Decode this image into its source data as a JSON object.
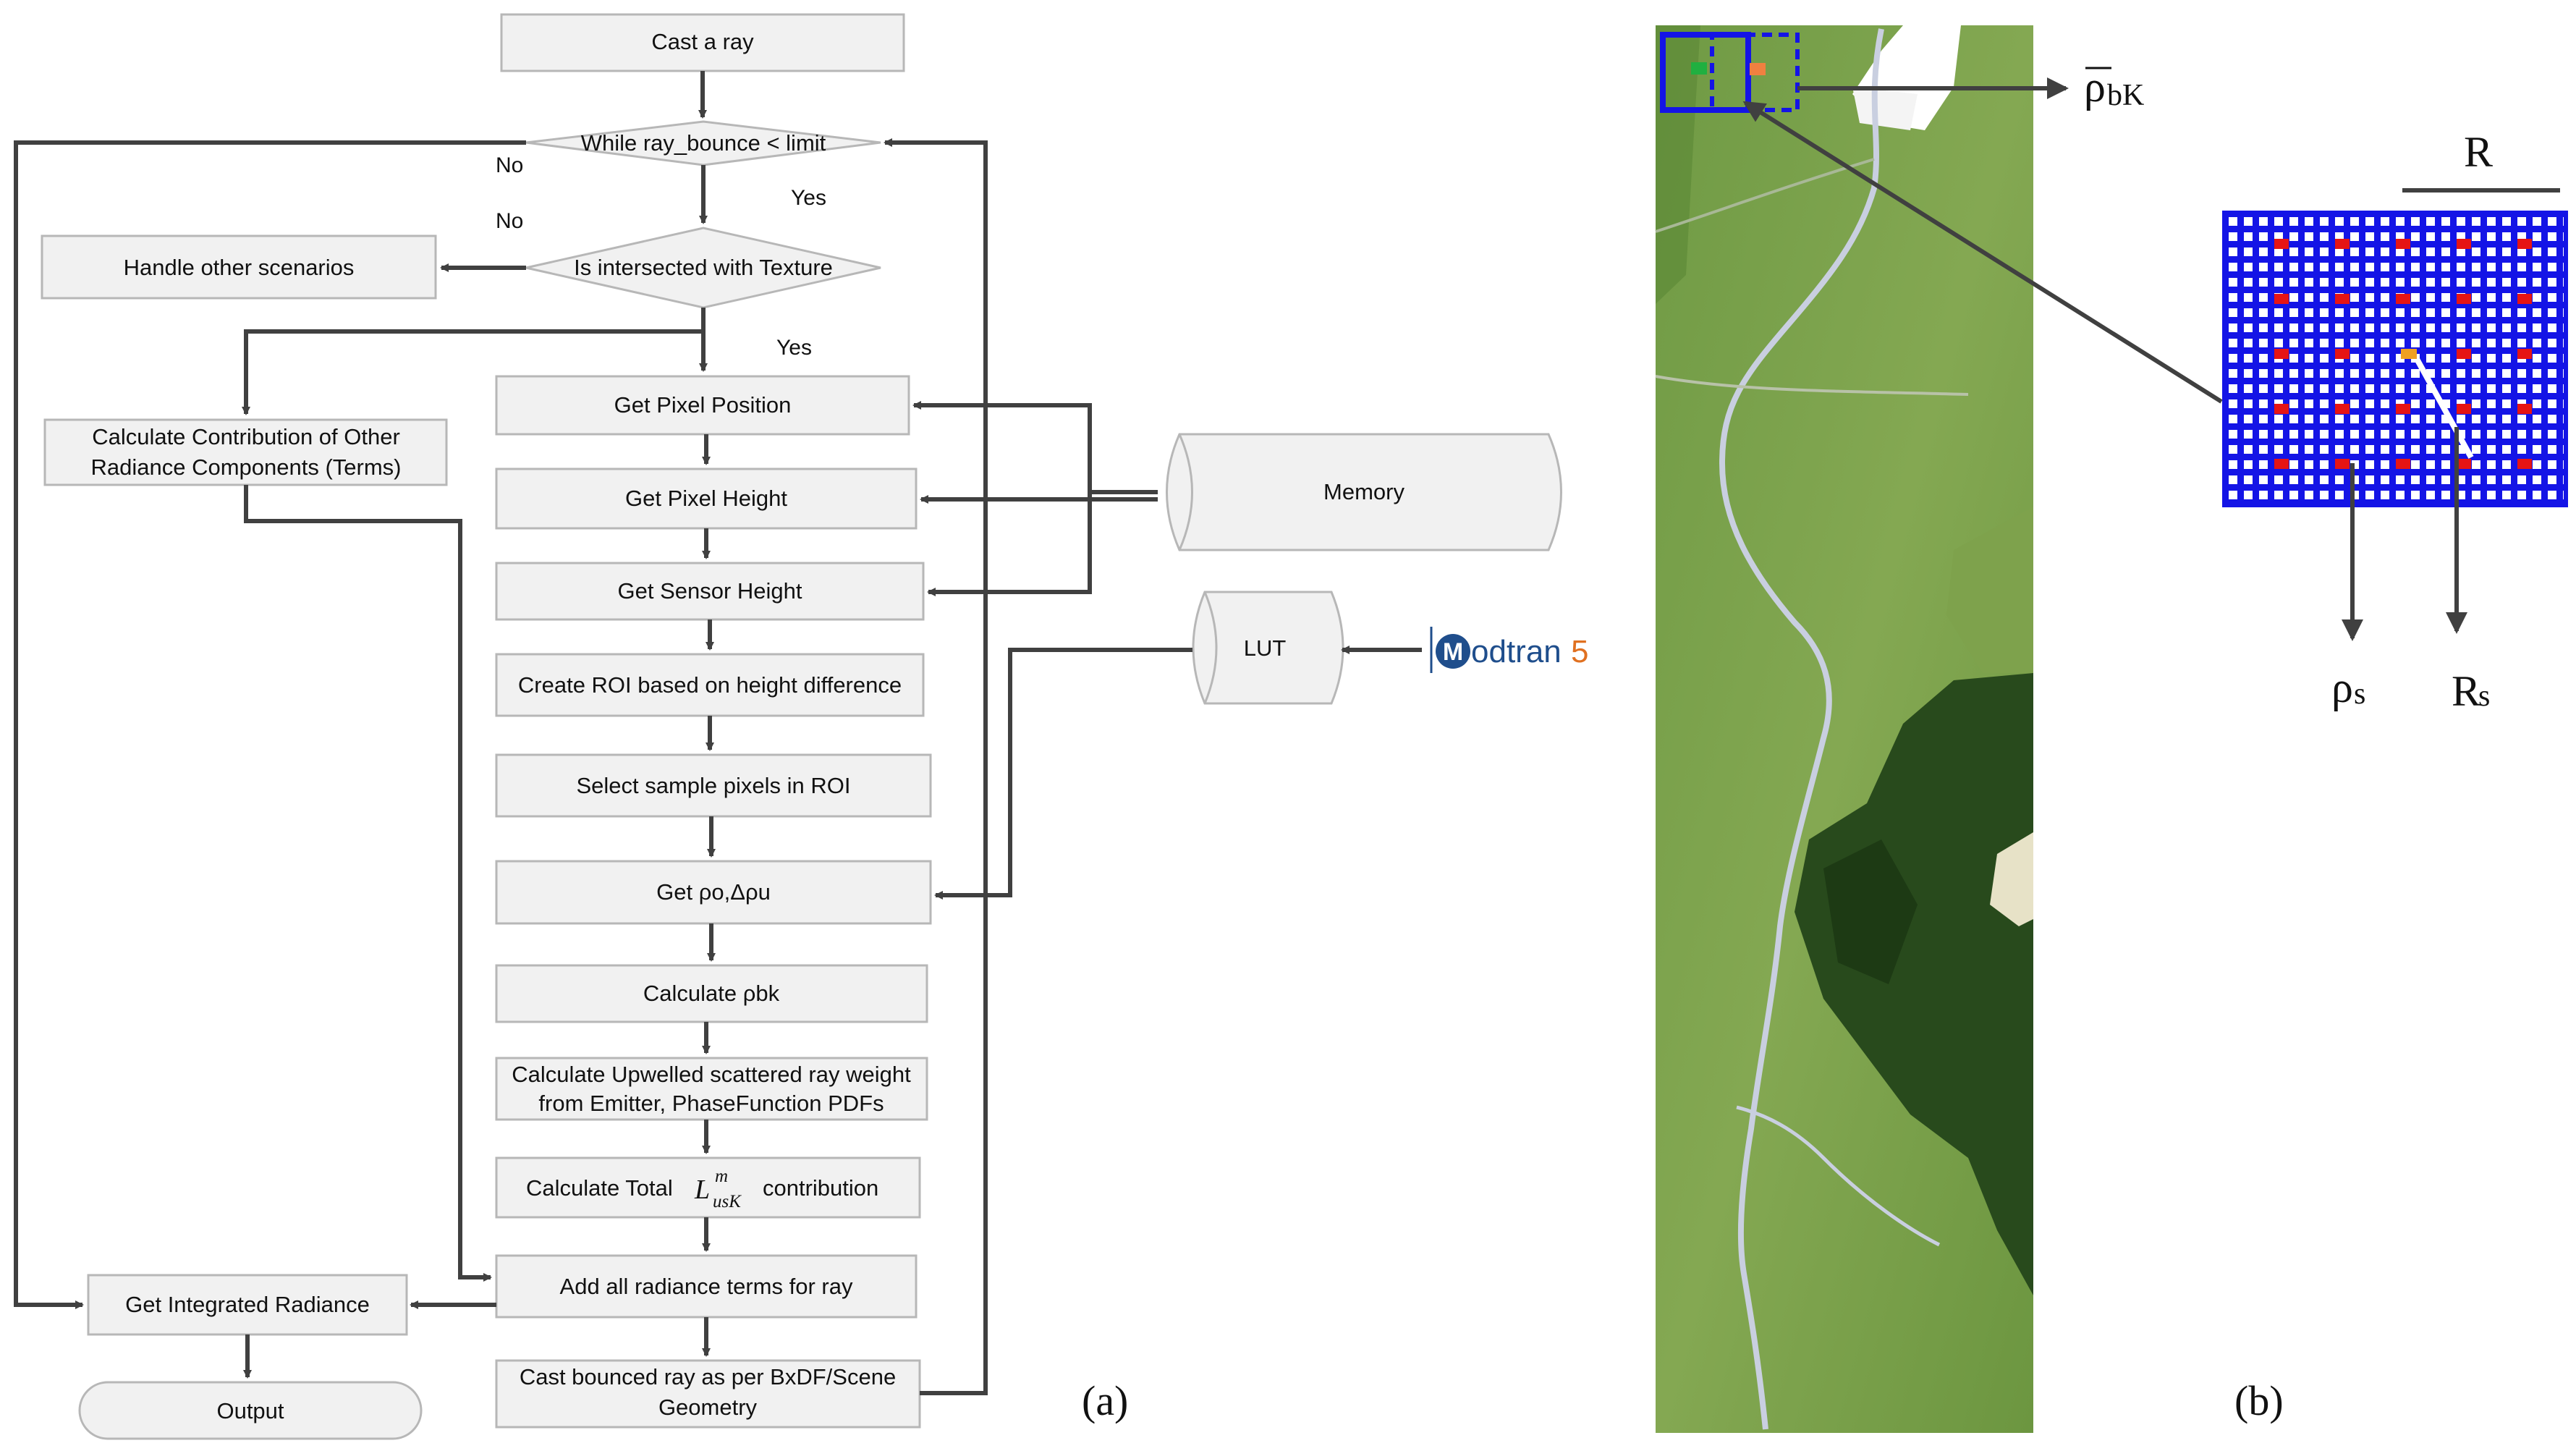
{
  "panel_a": {
    "label": "(a)",
    "nodes": {
      "cast_ray": "Cast a ray",
      "while_bounce": "While ray_bounce < limit",
      "is_intersected": "Is intersected with Texture",
      "handle_other": "Handle other scenarios",
      "calc_other_line1": "Calculate Contribution of  Other",
      "calc_other_line2": "Radiance Components (Terms)",
      "get_pixel_position": "Get Pixel Position",
      "get_pixel_height": "Get Pixel Height",
      "get_sensor_height": "Get Sensor Height",
      "create_roi": "Create ROI based on height difference",
      "select_sample": "Select sample pixels in ROI",
      "get_po": "Get ρo,Δρu",
      "calc_pbk": "Calculate ρbk",
      "calc_upwelled_line1": "Calculate Upwelled scattered ray weight",
      "calc_upwelled_line2": "from Emitter, PhaseFunction PDFs",
      "calc_total_prefix": "Calculate Total",
      "calc_total_suffix": "contribution",
      "calc_total_symbol": "L",
      "calc_total_sup": "m",
      "calc_total_sub": "usK",
      "add_all": "Add all radiance terms for ray",
      "cast_bounced_line1": "Cast bounced ray as per BxDF/Scene",
      "cast_bounced_line2": "Geometry",
      "get_integrated": "Get Integrated Radiance",
      "output": "Output",
      "memory": "Memory",
      "lut": "LUT"
    },
    "edge_labels": {
      "no_1": "No",
      "no_2": "No",
      "yes_1": "Yes",
      "yes_2": "Yes"
    },
    "logo": {
      "text_part1": "odtran",
      "text_part2": "5",
      "initial": "M"
    }
  },
  "panel_b": {
    "label": "(b)",
    "rho_bk_symbol": "ρ",
    "rho_bk_subscript": "bK",
    "r_label": "R",
    "rho_s_symbol": "ρ",
    "rho_s_subscript": "s",
    "r_s_symbol": "R",
    "r_s_subscript": "s"
  },
  "colors": {
    "box_fill": "#f1f1f1",
    "box_stroke": "#b7b7b7",
    "arrow": "#404040",
    "grid_blue": "#1414e6",
    "pixel_red": "#e61414",
    "pixel_orange": "#f0a020",
    "pixel_green": "#20b040",
    "logo_blue": "#1f4e8c",
    "logo_orange": "#e07020",
    "vegetation": "#7ca04a",
    "forest": "#284a1c"
  }
}
